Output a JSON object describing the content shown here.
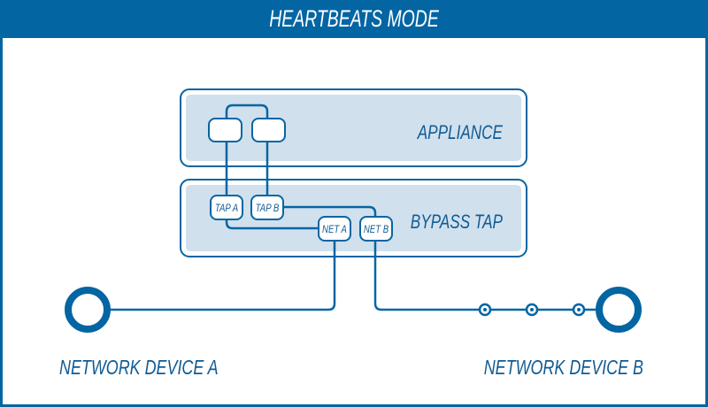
{
  "title": "HEARTBEATS MODE",
  "colors": {
    "primary": "#0465a3",
    "panel_fill": "#d1e0ed",
    "text": "#0f5b94",
    "background": "#ffffff"
  },
  "appliance": {
    "label": "APPLIANCE",
    "ports": [
      "",
      ""
    ]
  },
  "bypass_tap": {
    "label": "BYPASS TAP",
    "ports": {
      "tap_a": "TAP A",
      "tap_b": "TAP B",
      "net_a": "NET A",
      "net_b": "NET B"
    }
  },
  "devices": {
    "a": "NETWORK DEVICE A",
    "b": "NETWORK DEVICE B"
  },
  "heartbeat_nodes": 3
}
